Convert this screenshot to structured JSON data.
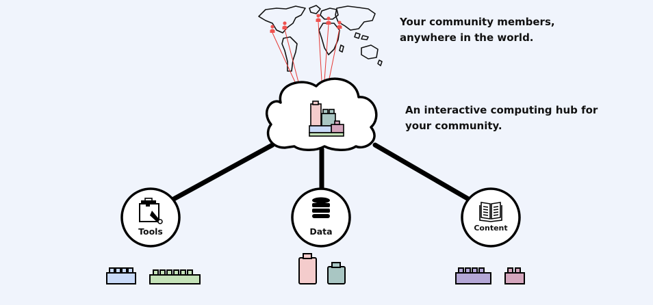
{
  "captions": {
    "community": "Your community members, anywhere in the world.",
    "hub": "An interactive computing hub for your community."
  },
  "nodes": [
    {
      "key": "tools",
      "label": "Tools",
      "icon": "toolbox-icon"
    },
    {
      "key": "data",
      "label": "Data",
      "icon": "database-icon"
    },
    {
      "key": "content",
      "label": "Content",
      "icon": "book-icon"
    }
  ],
  "colors": {
    "background": "#f0f4fc",
    "brick_blue": "#c9daf8",
    "brick_green": "#c4e2b8",
    "brick_pink": "#f4cccc",
    "brick_teal": "#a9c6c3",
    "brick_purple": "#b4a7d6",
    "brick_rose": "#d5a6bd",
    "member_pin": "#ef5350",
    "link_line": "#e53935"
  }
}
